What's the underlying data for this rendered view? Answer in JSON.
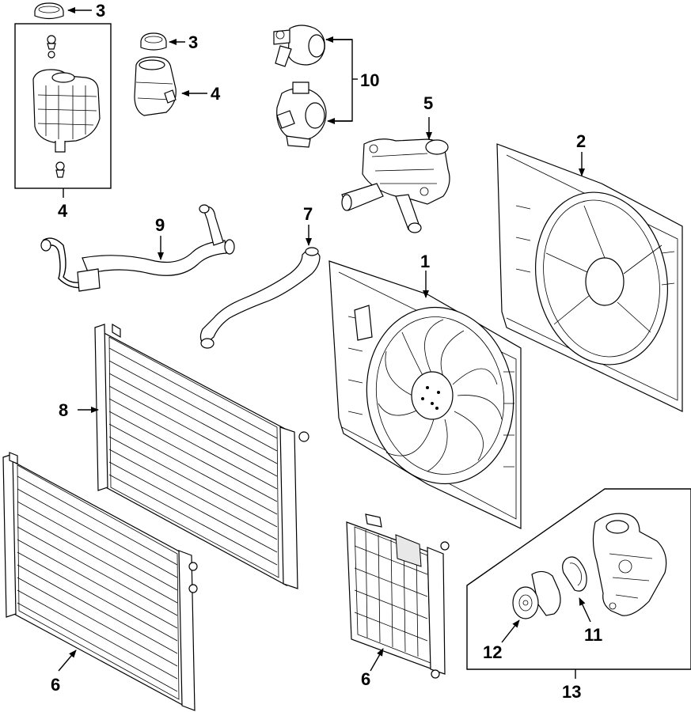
{
  "callouts": {
    "c1": "1",
    "c2": "2",
    "c3a": "3",
    "c3b": "3",
    "c4a": "4",
    "c4b": "4",
    "c5": "5",
    "c6a": "6",
    "c6b": "6",
    "c7": "7",
    "c8": "8",
    "c9": "9",
    "c10": "10",
    "c11": "11",
    "c12": "12",
    "c13": "13"
  }
}
